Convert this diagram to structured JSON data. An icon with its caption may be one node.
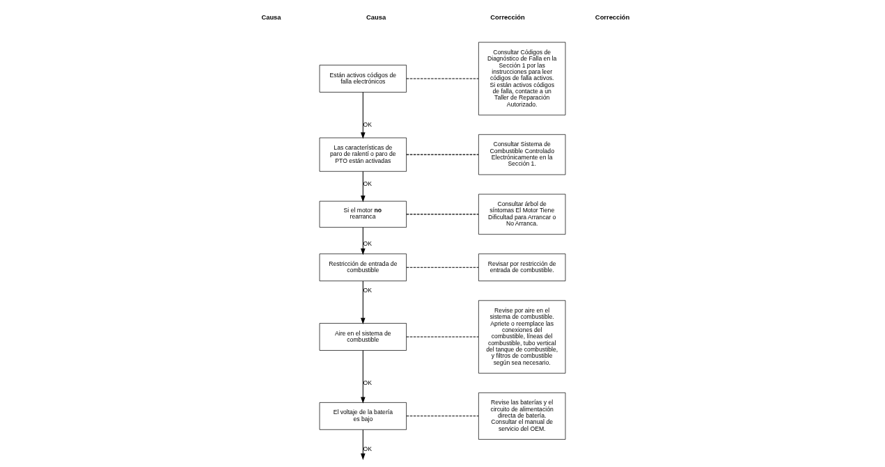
{
  "diagram": {
    "nodes": [
      {
        "text": [
          "Están activos códigos de falla electrónicos"
        ]
      },
      {
        "text": [
          "Consultar Códigos de Diagnóstico de Falla en la Sección 1 por las instrucciones para leer códigos de falla activos. Si están activos códigos de falla, contacte a un Taller de Reparación Autorizado."
        ]
      },
      {
        "text": [
          "Las características de paro de ralentí o paro de PTO están activadas"
        ]
      },
      {
        "text": [
          "Consultar Sistema de Combustible Controlado Electrónicamente en la Sección 1."
        ]
      },
      {
        "text": [
          "Si el motor **no** rearranca"
        ]
      },
      {
        "text": [
          "Consultar árbol de síntomas El Motor Tiene Dificultad para Arrancar o No Arranca."
        ]
      },
      {
        "text": [
          "Restricción de entrada de combustible"
        ]
      },
      {
        "text": [
          "Revisar por restricción de entrada de combustible."
        ]
      },
      {
        "text": [
          "Aire en el sistema de combustible"
        ]
      },
      {
        "text": [
          "Revise por aire en el sistema de combustible. Apriete o reemplace las conexiones del combustible, líneas del combustible, tubo vertical del tanque de combustible, y filtros de combustible según sea necesario."
        ]
      },
      {
        "text": [
          "El voltaje de la batería es bajo"
        ]
      },
      {
        "text": [
          "Revise las baterías y el circuito de alimentación directa de batería. Consultar el manual de servicio del OEM."
        ]
      }
    ],
    "edges": [
      {
        "from": 0,
        "to": 1,
        "arrow": "none",
        "style": "dashed"
      },
      {
        "from": 0,
        "to": 2,
        "arrow": "to",
        "label": "OK"
      },
      {
        "from": 2,
        "to": 3,
        "arrow": "none",
        "style": "dashed"
      },
      {
        "from": 2,
        "to": 4,
        "arrow": "to",
        "label": "OK"
      },
      {
        "from": 4,
        "to": 5,
        "arrow": "none",
        "style": "dashed"
      },
      {
        "from": 4,
        "to": 6,
        "arrow": "to",
        "label": "OK"
      },
      {
        "from": 6,
        "to": 7,
        "arrow": "none",
        "style": "dashed"
      },
      {
        "from": 6,
        "to": 8,
        "arrow": "to",
        "label": "OK"
      },
      {
        "from": 8,
        "to": 9,
        "arrow": "none",
        "style": "dashed"
      },
      {
        "from": 8,
        "to": 10,
        "arrow": "to",
        "label": "OK"
      },
      {
        "from": 10,
        "to": 11,
        "arrow": "none",
        "style": "dashed"
      },
      {
        "from": 10,
        "to": null,
        "arrow": "to",
        "label": "OK"
      }
    ],
    "labels": [
      "Causa",
      "Corrección",
      "Causa",
      "Corrección"
    ]
  }
}
